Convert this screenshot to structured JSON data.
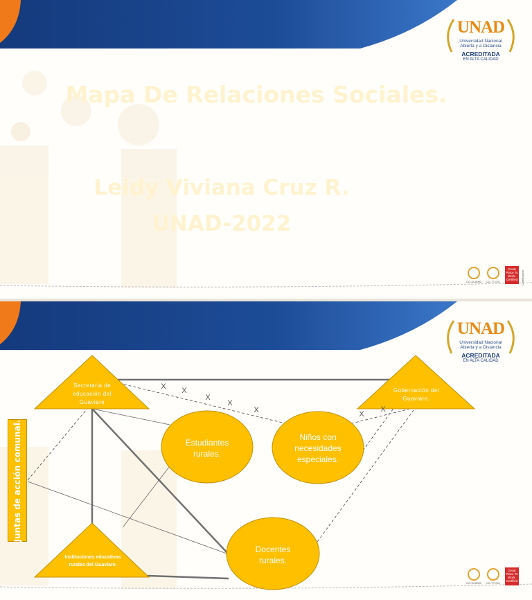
{
  "slide1": {
    "title": "Mapa De Relaciones Sociales.",
    "author": "Leidy Viviana Cruz R.",
    "institution_year": "UNAD-2022"
  },
  "logo": {
    "name": "UNAD",
    "line1": "Universidad Nacional",
    "line2": "Abierta y a Distancia",
    "accreditation": "ACREDITADA",
    "accreditation_sub": "EN ALTA CALIDAD"
  },
  "footer": {
    "cert1": "CO-SC6090",
    "cert2": "CO-TT-001",
    "gptw": "Great Place To Work. Certified",
    "vertical": "Certificación"
  },
  "diagram": {
    "nodes": {
      "secretaria": "Secretaria de educación del Guaviare",
      "gobernacion": "Gobernación del Guaviare.",
      "instituciones": "Instituciones educativas rurales del Guaviare.",
      "estudiantes": "Estudiantes rurales.",
      "ninos": "Niños con necesidades especiales.",
      "docentes": "Docentes rurales.",
      "juntas": "Juntas de acción comunal."
    },
    "conflict_mark": "X"
  },
  "colors": {
    "banner_dark": "#173f83",
    "banner_light": "#2b62b2",
    "node_fill": "#ffc000",
    "node_stroke": "#c48f00",
    "title": "#fff3cf"
  }
}
